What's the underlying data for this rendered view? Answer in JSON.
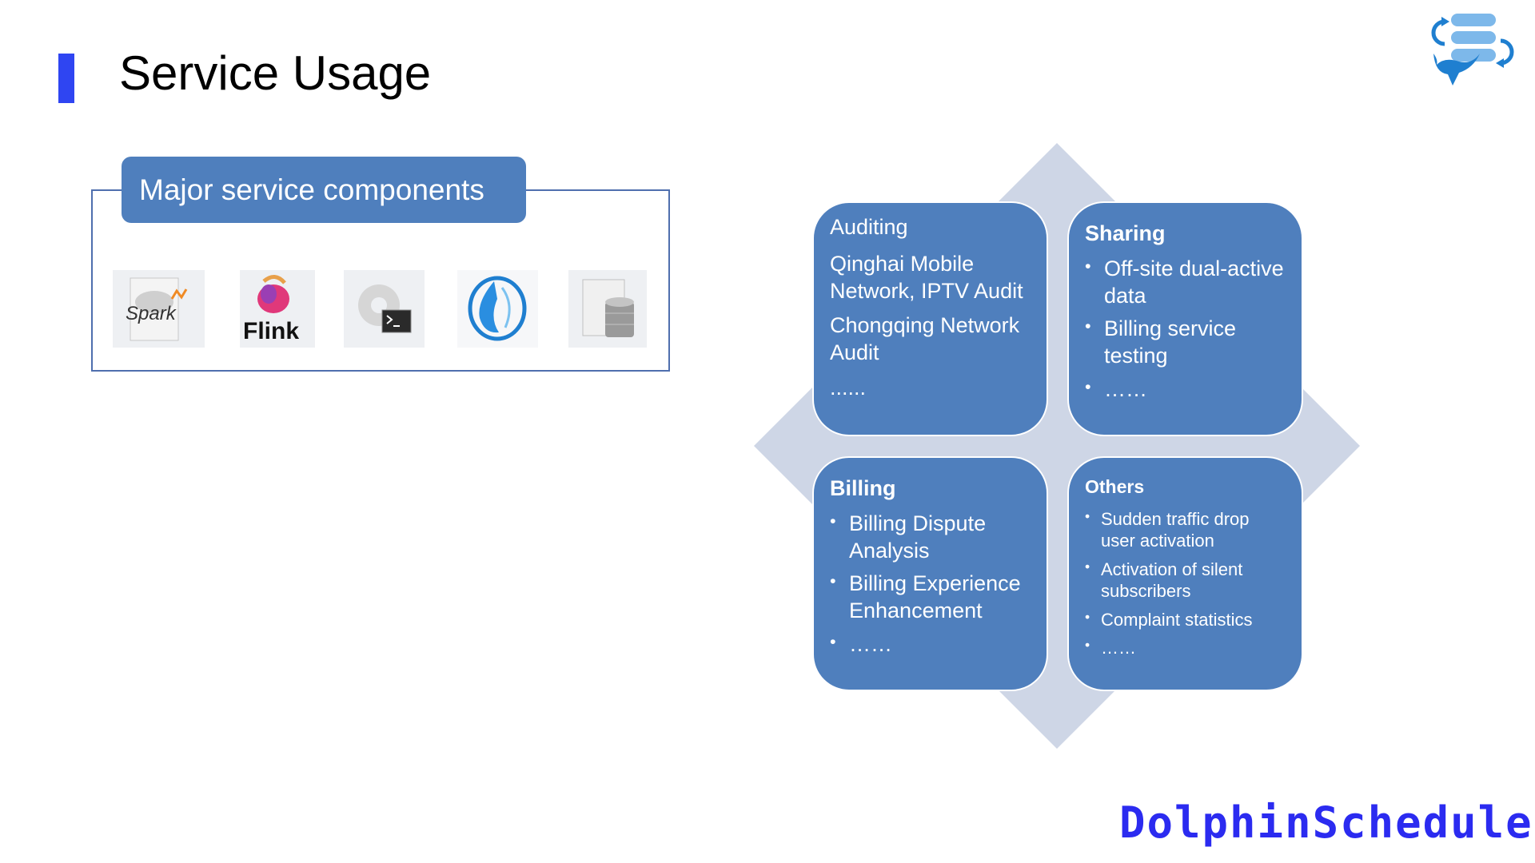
{
  "slide": {
    "title": "Service Usage",
    "accent_color": "#2f45f2",
    "box_color": "#4f7fbd"
  },
  "components": {
    "header": "Major service components",
    "icons": [
      {
        "name": "spark-icon",
        "label": "Spark"
      },
      {
        "name": "flink-icon",
        "label": "Flink"
      },
      {
        "name": "shell-icon",
        "label": ""
      },
      {
        "name": "water-drop-icon",
        "label": ""
      },
      {
        "name": "database-icon",
        "label": ""
      }
    ]
  },
  "quadrants": {
    "auditing": {
      "title": "Auditing",
      "lines": [
        "Qinghai Mobile Network, IPTV Audit",
        "Chongqing Network Audit",
        "......"
      ]
    },
    "sharing": {
      "title": "Sharing",
      "items": [
        "Off-site dual-active data",
        "Billing service testing",
        "……"
      ]
    },
    "billing": {
      "title": "Billing",
      "items": [
        "Billing Dispute Analysis",
        "Billing Experience Enhancement",
        "……"
      ]
    },
    "others": {
      "title": "Others",
      "items": [
        "Sudden traffic drop user activation",
        "Activation of silent subscribers",
        "Complaint statistics",
        "……"
      ]
    }
  },
  "brand": {
    "wordmark": "DolphinScheduler"
  }
}
